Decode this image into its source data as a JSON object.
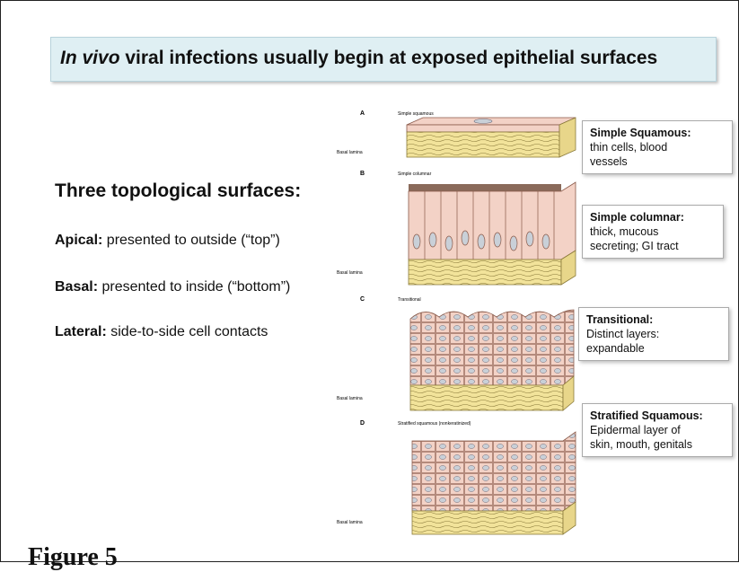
{
  "slide": {
    "title": {
      "italic": "In vivo",
      "rest": " viral infections usually begin at exposed epithelial surfaces"
    },
    "heading": "Three topological surfaces:",
    "bullets": [
      {
        "term": "Apical:",
        "text": " presented to outside (“top”)"
      },
      {
        "term": "Basal:",
        "text": " presented to inside (“bottom”)"
      },
      {
        "term": "Lateral:",
        "text": " side-to-side cell contacts"
      }
    ],
    "figure_caption": "Figure 5"
  },
  "diagram": {
    "panels": [
      {
        "letter": "A",
        "name": "Simple squamous",
        "basal_label": "Basal lamina"
      },
      {
        "letter": "B",
        "name": "Simple columnar",
        "basal_label": "Basal lamina"
      },
      {
        "letter": "C",
        "name": "Transitional",
        "basal_label": "Basal lamina"
      },
      {
        "letter": "D",
        "name": "Stratified squamous (nonkeratinized)",
        "basal_label": "Basal lamina"
      }
    ],
    "colors": {
      "cell": "#f3d2c6",
      "cell_edge": "#8a5a4a",
      "nucleus": "#c9d0d8",
      "lamina": "#f2e39a",
      "lamina_line": "#8a7a3a"
    }
  },
  "callouts": [
    {
      "heading": "Simple Squamous:",
      "body": "thin cells, blood\nvessels"
    },
    {
      "heading": "Simple columnar:",
      "body": "thick, mucous\nsecreting; GI tract"
    },
    {
      "heading": "Transitional:",
      "body": "Distinct layers:\nexpandable"
    },
    {
      "heading": "Stratified Squamous:",
      "body": "Epidermal layer of\nskin, mouth, genitals"
    }
  ]
}
